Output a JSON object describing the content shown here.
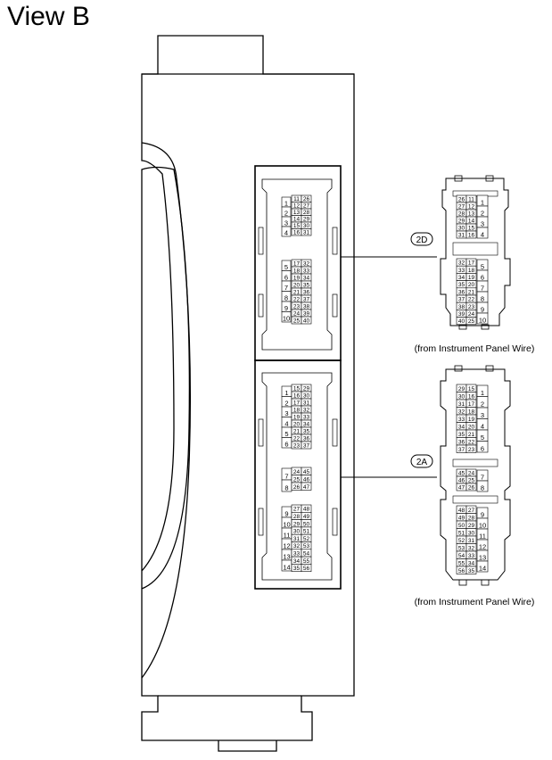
{
  "title": "View B",
  "connectors": {
    "upper": {
      "callout": "2D",
      "caption": "(from Instrument Panel Wire)",
      "inner_left": [
        "1",
        "2",
        "3",
        "4"
      ],
      "inner_right_a": [
        "11",
        "12",
        "13",
        "14",
        "15",
        "16"
      ],
      "inner_right_b": [
        "26",
        "27",
        "28",
        "29",
        "30",
        "31"
      ],
      "inner_left_2": [
        "5",
        "6",
        "7",
        "8",
        "9",
        "10"
      ],
      "inner_right_c": [
        "17",
        "18",
        "19",
        "20",
        "21",
        "22",
        "23",
        "24",
        "25"
      ],
      "inner_right_d": [
        "32",
        "33",
        "34",
        "35",
        "36",
        "37",
        "38",
        "39",
        "40"
      ],
      "view_left_a": [
        "26",
        "27",
        "28",
        "29",
        "30",
        "31"
      ],
      "view_left_b": [
        "11",
        "12",
        "13",
        "14",
        "15",
        "16"
      ],
      "view_right": [
        "1",
        "2",
        "3",
        "4"
      ],
      "view_left_c": [
        "32",
        "33",
        "34",
        "35",
        "36",
        "37",
        "38",
        "39",
        "40"
      ],
      "view_left_d": [
        "17",
        "18",
        "19",
        "20",
        "21",
        "22",
        "23",
        "24",
        "25"
      ],
      "view_right_2": [
        "5",
        "6",
        "7",
        "8",
        "9",
        "10"
      ]
    },
    "lower": {
      "callout": "2A",
      "caption": "(from Instrument Panel Wire)",
      "inner_left": [
        "1",
        "2",
        "3",
        "4",
        "5",
        "6"
      ],
      "inner_mid": [
        "15",
        "16",
        "17",
        "18",
        "19",
        "20",
        "21",
        "22",
        "23"
      ],
      "inner_right": [
        "29",
        "30",
        "31",
        "32",
        "33",
        "34",
        "35",
        "36",
        "37"
      ],
      "inner_left_2": [
        "7",
        "8"
      ],
      "inner_mid_2": [
        "24",
        "25",
        "26"
      ],
      "inner_right_2": [
        "45",
        "46",
        "47"
      ],
      "inner_left_3": [
        "9",
        "10",
        "11",
        "12",
        "13",
        "14"
      ],
      "inner_mid_3": [
        "27",
        "28",
        "29",
        "30",
        "31",
        "32",
        "33",
        "34",
        "35"
      ],
      "inner_right_3": [
        "48",
        "49",
        "50",
        "51",
        "52",
        "53",
        "54",
        "55",
        "56"
      ]
    }
  }
}
